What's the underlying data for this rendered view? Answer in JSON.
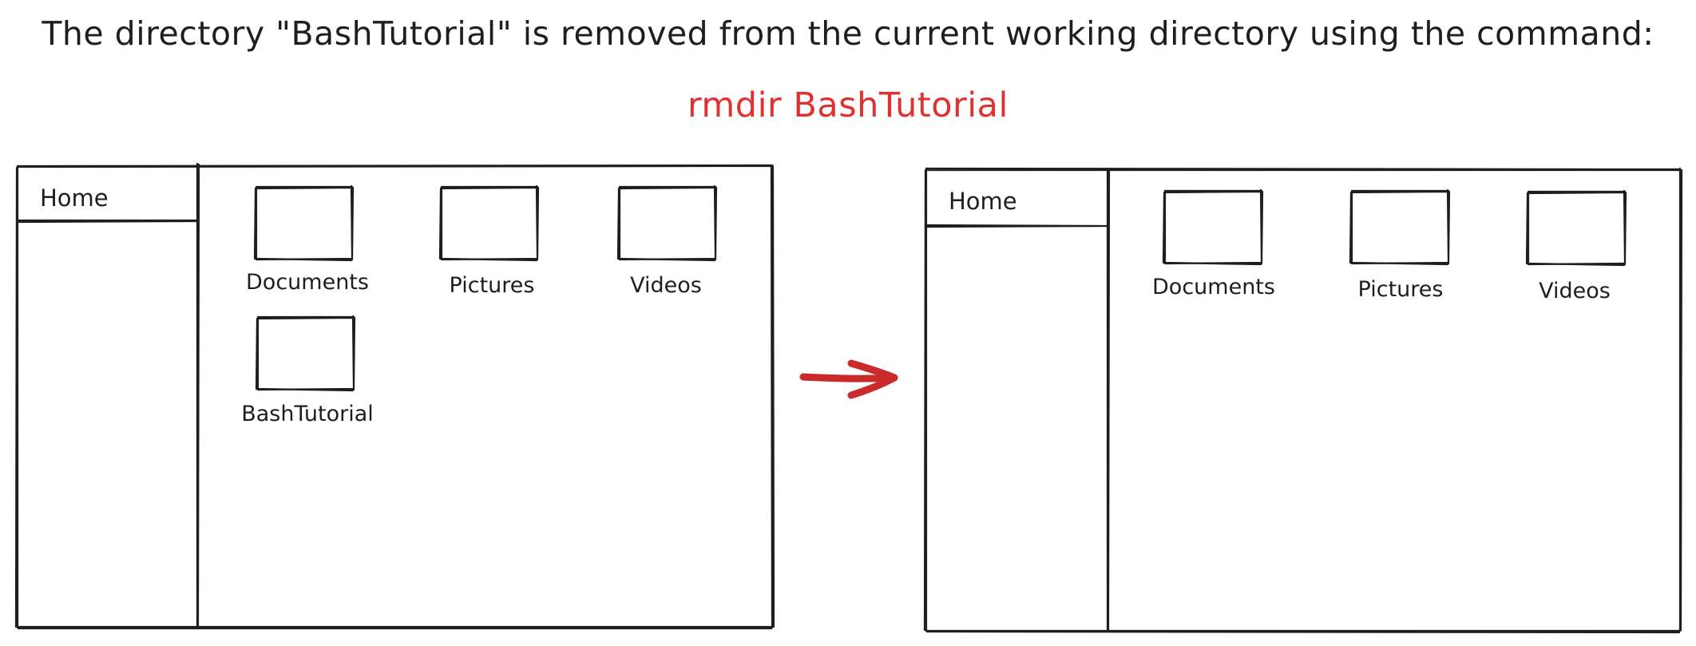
{
  "caption": "The directory \"BashTutorial\" is removed from the current working directory using the command:",
  "command": "rmdir BashTutorial",
  "colors": {
    "ink": "#1e1e1e",
    "accent": "#e03131",
    "arrow": "#c92a2a"
  },
  "before": {
    "sidebar_label": "Home",
    "folders": [
      "Documents",
      "Pictures",
      "Videos",
      "BashTutorial"
    ]
  },
  "after": {
    "sidebar_label": "Home",
    "folders": [
      "Documents",
      "Pictures",
      "Videos"
    ]
  },
  "arrow_icon": "arrow-right-icon"
}
